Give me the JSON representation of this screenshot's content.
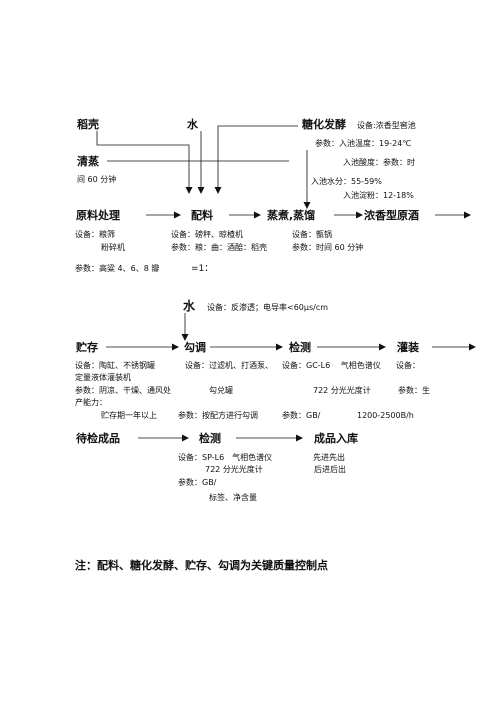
{
  "top": {
    "husk": "稻壳",
    "water": "水",
    "sacch_ferment": "糖化发酵",
    "sacch_equipment": "设备:浓香型窖池",
    "param_temp": "参数：入池温度：19-24℃",
    "steam": "清蒸",
    "param_acidity": "入池酸度：参数：时",
    "steam_time": "间 60 分钟",
    "param_moisture": "入池水分：55-59%",
    "param_starch": "入池淀粉：12-18%"
  },
  "row1": {
    "stages": [
      "原料处理",
      "配料",
      "蒸煮,蒸馏",
      "浓香型原酒"
    ],
    "equip_raw": "设备：粮筛",
    "equip_raw2": "粉碎机",
    "equip_mix": "设备：磅秤、晾楂机",
    "param_mix": "参数：粮：曲：酒醅：稻壳",
    "equip_steam": "设备：甑锅",
    "param_steam": "参数：时间 60 分钟",
    "param_raw": "参数：高粱 4、6、8 瓣",
    "ratio": "=1："
  },
  "water2": {
    "label": "水",
    "desc": "设备：反渗透；电导率<60μs/cm"
  },
  "row2": {
    "stages": [
      "贮存",
      "勾调",
      "检测",
      "灌装"
    ],
    "equip_store": "设备：陶缸、不锈钢罐",
    "equip_blend": "设备：过滤机、打酒泵、",
    "equip_test": "设备：GC-L6　 气相色谱仪",
    "equip_fill": "设备：",
    "equip_fill2": "定量液体灌装机",
    "param_store": "参数：阴凉、干燥、通风处",
    "blend_tank": "勾兑罐",
    "spectro": "722 分光光度计",
    "param_prod": "参数：生",
    "param_prod2": "产能力：",
    "store_period": "贮存期一年以上",
    "param_blend": "参数：按配方进行勾调",
    "param_gb": "参数：GB/",
    "capacity": "1200-2500B/h"
  },
  "row3": {
    "stages": [
      "待检成品",
      "检测",
      "成品入库"
    ],
    "equip_test": "设备：SP-L6　气相色谱仪",
    "spectro": "722 分光光度计",
    "param_gb": "参数：GB/",
    "label_net": "标签、净含量",
    "fifo": "先进先出",
    "lifo": "后进后出"
  },
  "note": "注：配料、糖化发酵、贮存、勾调为关键质量控制点"
}
